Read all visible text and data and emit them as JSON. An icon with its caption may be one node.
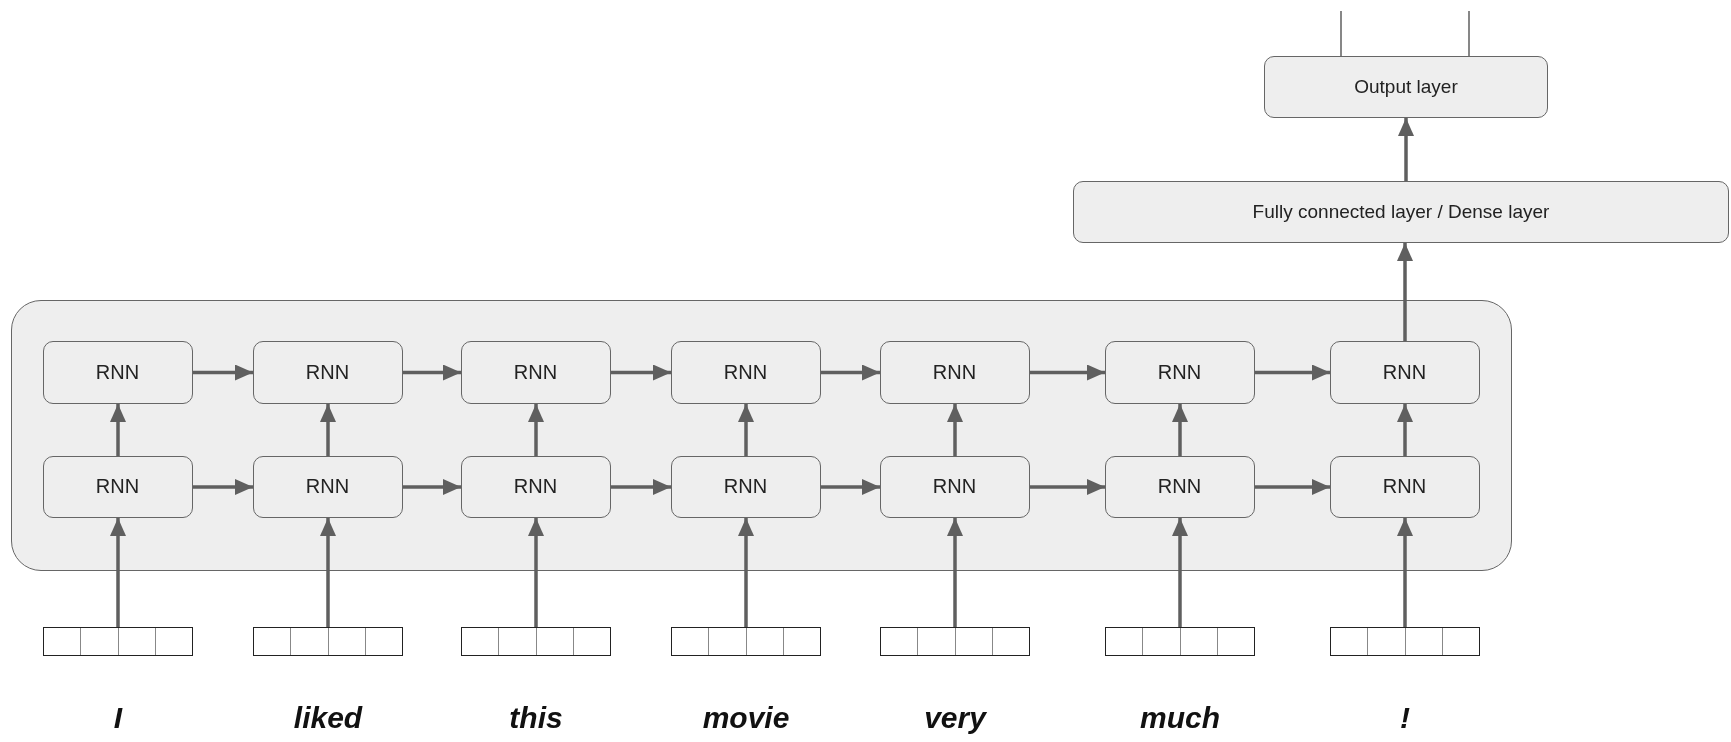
{
  "diagram": {
    "nodes": [
      {
        "text": [
          "Output layer"
        ]
      },
      {
        "text": [
          "Fully connected layer / Dense layer"
        ]
      },
      {
        "text": [],
        "shape": "box"
      },
      {
        "text": [
          "RNN"
        ],
        "in": 2
      },
      {
        "text": [
          "RNN"
        ],
        "in": 2
      },
      {
        "text": [
          "RNN"
        ],
        "in": 2
      },
      {
        "text": [
          "RNN"
        ],
        "in": 2
      },
      {
        "text": [
          "RNN"
        ],
        "in": 2
      },
      {
        "text": [
          "RNN"
        ],
        "in": 2
      },
      {
        "text": [
          "RNN"
        ],
        "in": 2
      },
      {
        "text": [
          "RNN"
        ],
        "in": 2
      },
      {
        "text": [
          "RNN"
        ],
        "in": 2
      },
      {
        "text": [
          "RNN"
        ],
        "in": 2
      },
      {
        "text": [
          "RNN"
        ],
        "in": 2
      },
      {
        "text": [
          "RNN"
        ],
        "in": 2
      },
      {
        "text": [
          "RNN"
        ],
        "in": 2
      },
      {
        "text": [
          "RNN"
        ],
        "in": 2
      },
      {
        "text": [],
        "shape": "bar",
        "beside": [
          "I"
        ]
      },
      {
        "text": [],
        "shape": "bar",
        "beside": [
          "liked"
        ]
      },
      {
        "text": [],
        "shape": "bar",
        "beside": [
          "this"
        ]
      },
      {
        "text": [],
        "shape": "bar",
        "beside": [
          "movie"
        ]
      },
      {
        "text": [],
        "shape": "bar",
        "beside": [
          "very"
        ]
      },
      {
        "text": [],
        "shape": "bar",
        "beside": [
          "much"
        ]
      },
      {
        "text": [],
        "shape": "bar",
        "beside": [
          "!"
        ]
      }
    ],
    "edges": [
      {
        "from": 0,
        "to": null,
        "arrow": "none"
      },
      {
        "from": 0,
        "to": null,
        "arrow": "none"
      },
      {
        "from": 1,
        "to": 0,
        "arrow": "to"
      },
      {
        "from": 9,
        "to": 1,
        "arrow": "to"
      },
      {
        "from": 3,
        "to": 4,
        "arrow": "to"
      },
      {
        "from": 4,
        "to": 5,
        "arrow": "to"
      },
      {
        "from": 5,
        "to": 6,
        "arrow": "to"
      },
      {
        "from": 6,
        "to": 7,
        "arrow": "to"
      },
      {
        "from": 7,
        "to": 8,
        "arrow": "to"
      },
      {
        "from": 8,
        "to": 9,
        "arrow": "to"
      },
      {
        "from": 10,
        "to": 11,
        "arrow": "to"
      },
      {
        "from": 11,
        "to": 12,
        "arrow": "to"
      },
      {
        "from": 12,
        "to": 13,
        "arrow": "to"
      },
      {
        "from": 13,
        "to": 14,
        "arrow": "to"
      },
      {
        "from": 14,
        "to": 15,
        "arrow": "to"
      },
      {
        "from": 15,
        "to": 16,
        "arrow": "to"
      },
      {
        "from": 10,
        "to": 3,
        "arrow": "to"
      },
      {
        "from": 11,
        "to": 4,
        "arrow": "to"
      },
      {
        "from": 12,
        "to": 5,
        "arrow": "to"
      },
      {
        "from": 13,
        "to": 6,
        "arrow": "to"
      },
      {
        "from": 14,
        "to": 7,
        "arrow": "to"
      },
      {
        "from": 15,
        "to": 8,
        "arrow": "to"
      },
      {
        "from": 16,
        "to": 9,
        "arrow": "to"
      },
      {
        "from": 17,
        "to": 10,
        "arrow": "to"
      },
      {
        "from": 18,
        "to": 11,
        "arrow": "to"
      },
      {
        "from": 19,
        "to": 12,
        "arrow": "to"
      },
      {
        "from": 20,
        "to": 13,
        "arrow": "to"
      },
      {
        "from": 21,
        "to": 14,
        "arrow": "to"
      },
      {
        "from": 22,
        "to": 15,
        "arrow": "to"
      },
      {
        "from": 23,
        "to": 16,
        "arrow": "to"
      }
    ]
  }
}
